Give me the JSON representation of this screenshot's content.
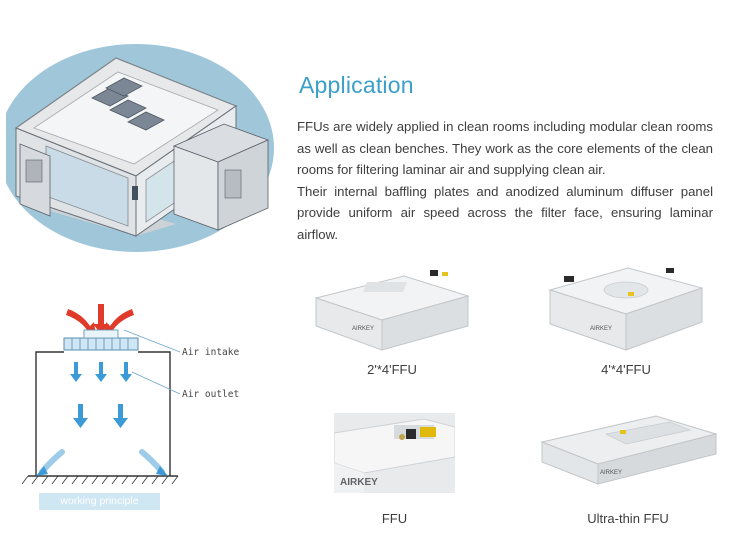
{
  "application": {
    "title": "Application",
    "paragraph_1": "FFUs are widely applied in clean rooms including modular clean rooms as well as clean benches. They work as the core elements of the clean rooms for filtering laminar air and supplying clean air.",
    "paragraph_2": "Their internal baffling plates and anodized aluminum diffuser panel provide uniform air speed across the filter face, ensuring laminar airflow."
  },
  "principle": {
    "air_intake": "Air intake",
    "air_outlet": "Air outlet",
    "banner": "working principle"
  },
  "products": [
    {
      "caption": "2'*4'FFU"
    },
    {
      "caption": "4'*4'FFU"
    },
    {
      "caption": "FFU"
    },
    {
      "caption": "Ultra-thin FFU"
    }
  ],
  "brand": {
    "logo_text": "AIRKEY"
  },
  "colors": {
    "accent": "#3aa0c9",
    "blob": "#8fbcd3",
    "arrow_red": "#e03a2a",
    "arrow_blue": "#3c9bd6"
  }
}
